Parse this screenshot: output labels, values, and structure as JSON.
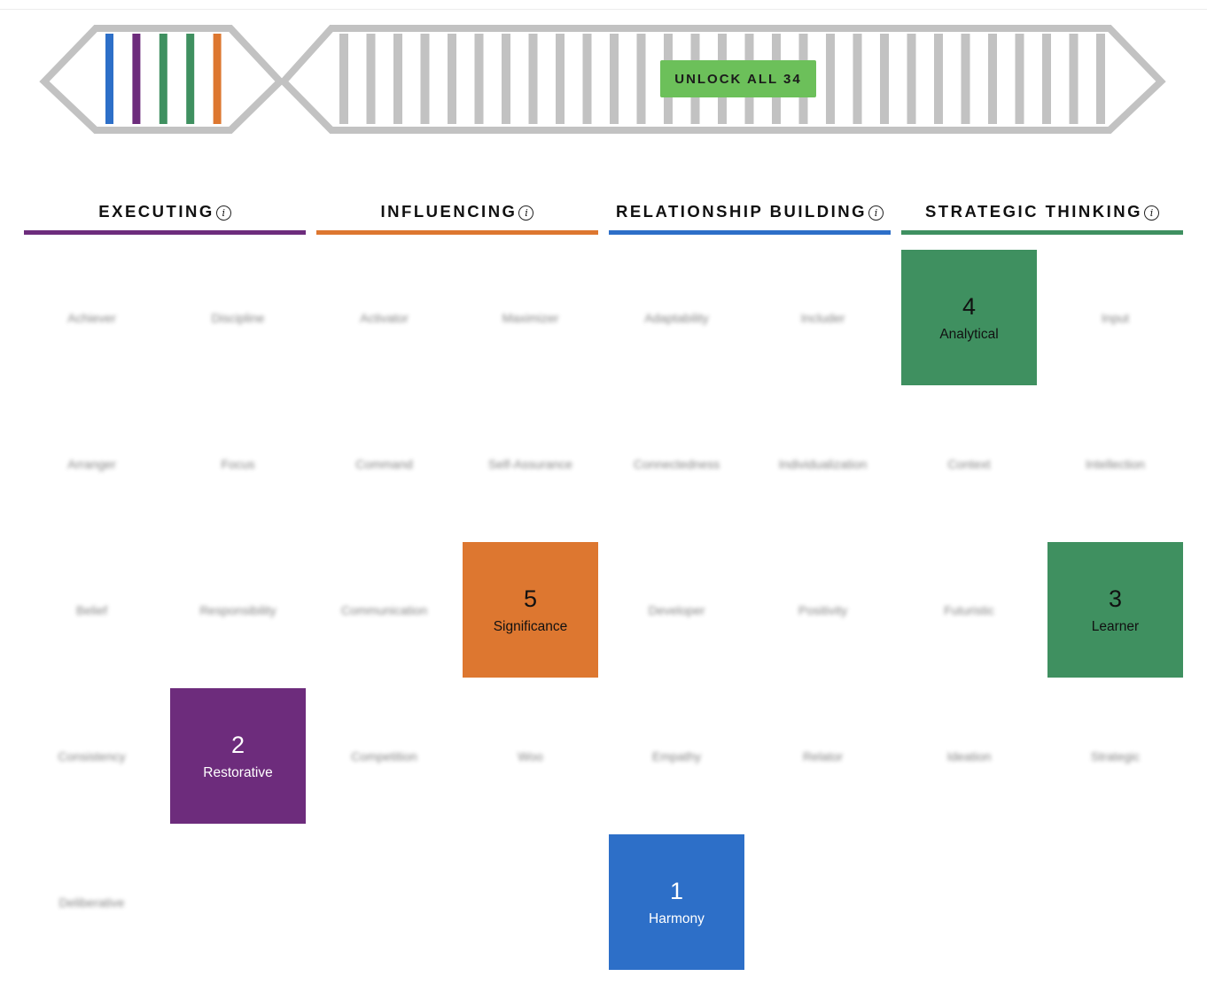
{
  "header": {
    "unlock_button": "UNLOCK ALL 34",
    "dna_unlocked_bar_colors": [
      "#2d6fc8",
      "#6d2c7c",
      "#3f9060",
      "#3f9060",
      "#dd7730"
    ],
    "dna_locked_bar_color": "#c2c2c2",
    "dna_locked_bar_count": 29
  },
  "colors": {
    "executing": "#6d2c7c",
    "influencing": "#dd7730",
    "relationship_building": "#2d6fc8",
    "strategic_thinking": "#3f9060"
  },
  "domains": [
    {
      "key": "executing",
      "title": "EXECUTING",
      "color": "#6d2c7c",
      "themes": [
        [
          "Achiever",
          "Discipline"
        ],
        [
          "Arranger",
          "Focus"
        ],
        [
          "Belief",
          "Responsibility"
        ],
        [
          "Consistency",
          ""
        ],
        [
          "Deliberative",
          ""
        ]
      ]
    },
    {
      "key": "influencing",
      "title": "INFLUENCING",
      "color": "#dd7730",
      "themes": [
        [
          "Activator",
          "Maximizer"
        ],
        [
          "Command",
          "Self-Assurance"
        ],
        [
          "Communication",
          ""
        ],
        [
          "Competition",
          "Woo"
        ]
      ]
    },
    {
      "key": "relationship_building",
      "title": "RELATIONSHIP BUILDING",
      "color": "#2d6fc8",
      "themes": [
        [
          "Adaptability",
          "Includer"
        ],
        [
          "Connectedness",
          "Individualization"
        ],
        [
          "Developer",
          "Positivity"
        ],
        [
          "Empathy",
          "Relator"
        ]
      ]
    },
    {
      "key": "strategic_thinking",
      "title": "STRATEGIC THINKING",
      "color": "#3f9060",
      "themes": [
        [
          "",
          "Input"
        ],
        [
          "Context",
          "Intellection"
        ],
        [
          "Futuristic",
          ""
        ],
        [
          "Ideation",
          "Strategic"
        ]
      ]
    }
  ],
  "top_strengths": [
    {
      "rank": "1",
      "name": "Harmony",
      "domain": "relationship_building",
      "color": "#2d6fc8",
      "text_color": "#ffffff",
      "grid_col": 4,
      "grid_row": 4
    },
    {
      "rank": "2",
      "name": "Restorative",
      "domain": "executing",
      "color": "#6d2c7c",
      "text_color": "#ffffff",
      "grid_col": 1,
      "grid_row": 3
    },
    {
      "rank": "3",
      "name": "Learner",
      "domain": "strategic_thinking",
      "color": "#3f9060",
      "text_color": "#111111",
      "grid_col": 7,
      "grid_row": 2
    },
    {
      "rank": "4",
      "name": "Analytical",
      "domain": "strategic_thinking",
      "color": "#3f9060",
      "text_color": "#111111",
      "grid_col": 6,
      "grid_row": 0
    },
    {
      "rank": "5",
      "name": "Significance",
      "domain": "influencing",
      "color": "#dd7730",
      "text_color": "#111111",
      "grid_col": 3,
      "grid_row": 2
    }
  ]
}
